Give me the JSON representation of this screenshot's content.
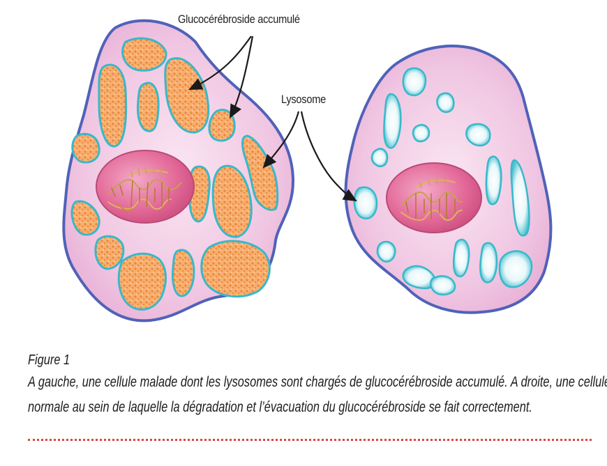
{
  "labels": {
    "glucocerebroside": "Glucocérébroside accumulé",
    "lysosome": "Lysosome"
  },
  "caption": {
    "title": "Figure 1",
    "line1": "A gauche, une cellule malade dont les lysosomes sont chargés de glucocérébroside accumulé. A droite, une cellule",
    "line2": "normale au sein de laquelle la dégradation et l’évacuation du glucocérébroside se fait correctement."
  },
  "colors": {
    "cell_fill": "#f0c6e2",
    "cell_border": "#5062b8",
    "nucleus_fill": "#e25c8c",
    "lysosome_rim": "#39b8c8",
    "glucocerebroside": "#f29a4b",
    "divider": "#d8483a"
  }
}
